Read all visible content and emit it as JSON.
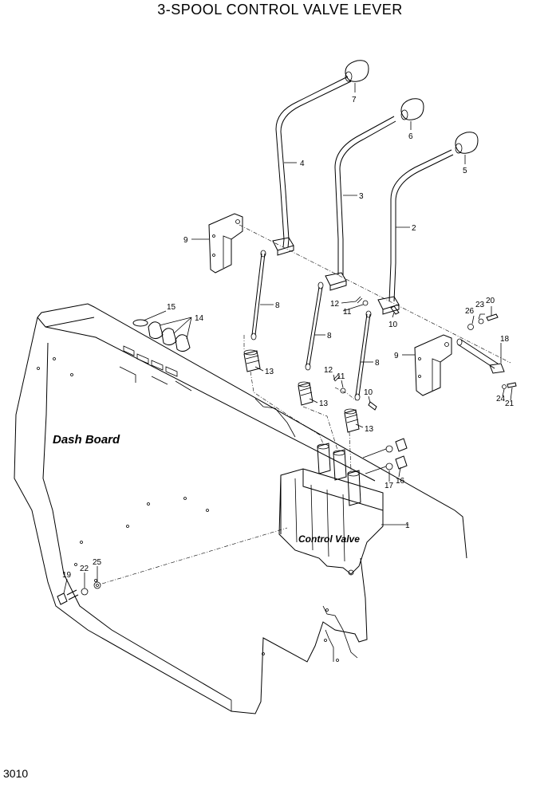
{
  "title": "3-SPOOL CONTROL VALVE LEVER",
  "page_number": "3010",
  "region_labels": {
    "dash_board": "Dash Board",
    "control_valve": "Control Valve"
  },
  "callouts": {
    "c1": "1",
    "c2": "2",
    "c3": "3",
    "c4": "4",
    "c5": "5",
    "c6": "6",
    "c7": "7",
    "c8a": "8",
    "c8b": "8",
    "c8c": "8",
    "c9a": "9",
    "c9b": "9",
    "c10a": "10",
    "c10b": "10",
    "c11a": "11",
    "c11b": "11",
    "c12a": "12",
    "c12b": "12",
    "c13a": "13",
    "c13b": "13",
    "c13c": "13",
    "c14": "14",
    "c15": "15",
    "c16": "16",
    "c17": "17",
    "c18": "18",
    "c19": "19",
    "c20": "20",
    "c21": "21",
    "c22": "22",
    "c23": "23",
    "c24": "24",
    "c25": "25",
    "c26": "26"
  }
}
